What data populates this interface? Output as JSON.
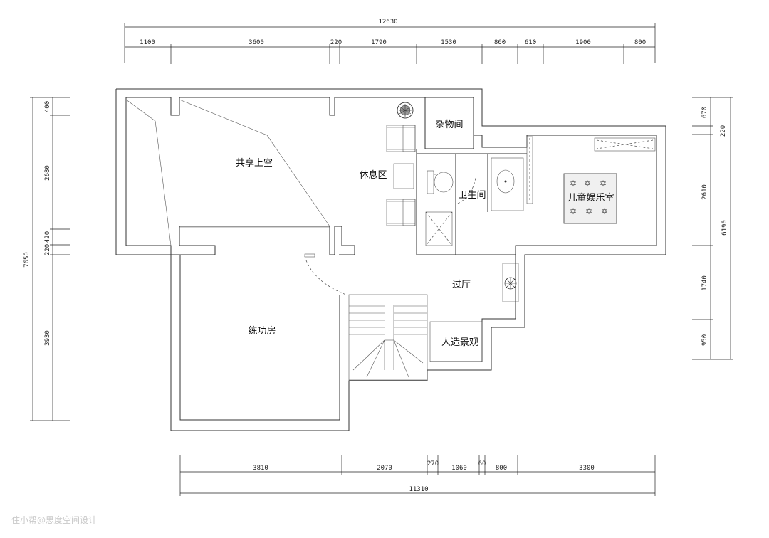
{
  "rooms": {
    "shared_void": "共享上空",
    "lounge": "休息区",
    "storage": "杂物间",
    "bathroom": "卫生间",
    "kids_room": "儿童娱乐室",
    "hallway": "过厅",
    "landscape": "人造景观",
    "practice_room": "练功房"
  },
  "dimensions": {
    "top_total": "12630",
    "top": [
      "1100",
      "3600",
      "220",
      "1790",
      "1530",
      "860",
      "610",
      "1900",
      "800"
    ],
    "bottom_total": "11310",
    "bottom": [
      "3810",
      "2070",
      "270",
      "1060",
      "60",
      "800",
      "3300"
    ],
    "left_total": "7650",
    "left": [
      "400",
      "2680",
      "420",
      "220",
      "3930"
    ],
    "right_total": "6190",
    "right": [
      "670",
      "220",
      "2610",
      "1740",
      "950"
    ]
  },
  "watermark": "住小帮@思度空间设计"
}
